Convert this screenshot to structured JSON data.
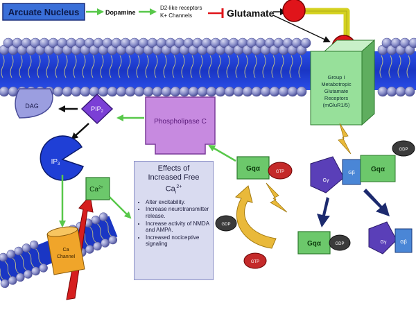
{
  "labels": {
    "arcuate_nucleus": "Arcuate Nucleus",
    "dopamine": "Dopamine",
    "d2_receptors": "D2-like receptors",
    "k_channels": "K+ Channels",
    "glutamate": "Glutamate",
    "receptor_line1": "Group I",
    "receptor_line2": "Metabotropic",
    "receptor_line3": "Glutamate",
    "receptor_line4": "Receptors",
    "receptor_line5": "(mGluR1/5)",
    "dag": "DAG",
    "pip2": "PIP",
    "pip2_sub": "2",
    "phospholipase": "Phospholipase C",
    "ip3": "IP",
    "ip3_sub": "3",
    "ca_ion": "Ca",
    "ca_ion_sup": "2+",
    "gq_alpha": "Gqα",
    "gtp": "GTP",
    "gdp": "GDP",
    "g_gamma": "Gγ",
    "g_beta": "Gβ",
    "ca_channel_line1": "Ca",
    "ca_channel_line2": "Channel"
  },
  "effects": {
    "title_line1": "Effects of",
    "title_line2": "Increased Free",
    "title_line3": "Ca",
    "title_sub": "i",
    "title_sup": "2+",
    "items": [
      "Alter excitability.",
      "Increase neurotransmitter release.",
      "Increase activity of NMDA and AMPA.",
      "Increased nociceptive signaling"
    ]
  },
  "colors": {
    "membrane_head": "#8a8fc9",
    "membrane_core": "#1f3fd6",
    "receptor": "#97e09a",
    "phospholipase": "#c78ae0",
    "gq": "#6cc86b",
    "gtp": "#c42a2a",
    "gdp": "#3b3b3b",
    "gamma": "#5a3fb8",
    "beta": "#4a86d6",
    "ip3": "#1f3fd6",
    "arrow_green": "#58c84a",
    "arrow_navy": "#1c2a6e",
    "arrow_gold": "#e9b93a",
    "glutamate": "#e0141a"
  }
}
